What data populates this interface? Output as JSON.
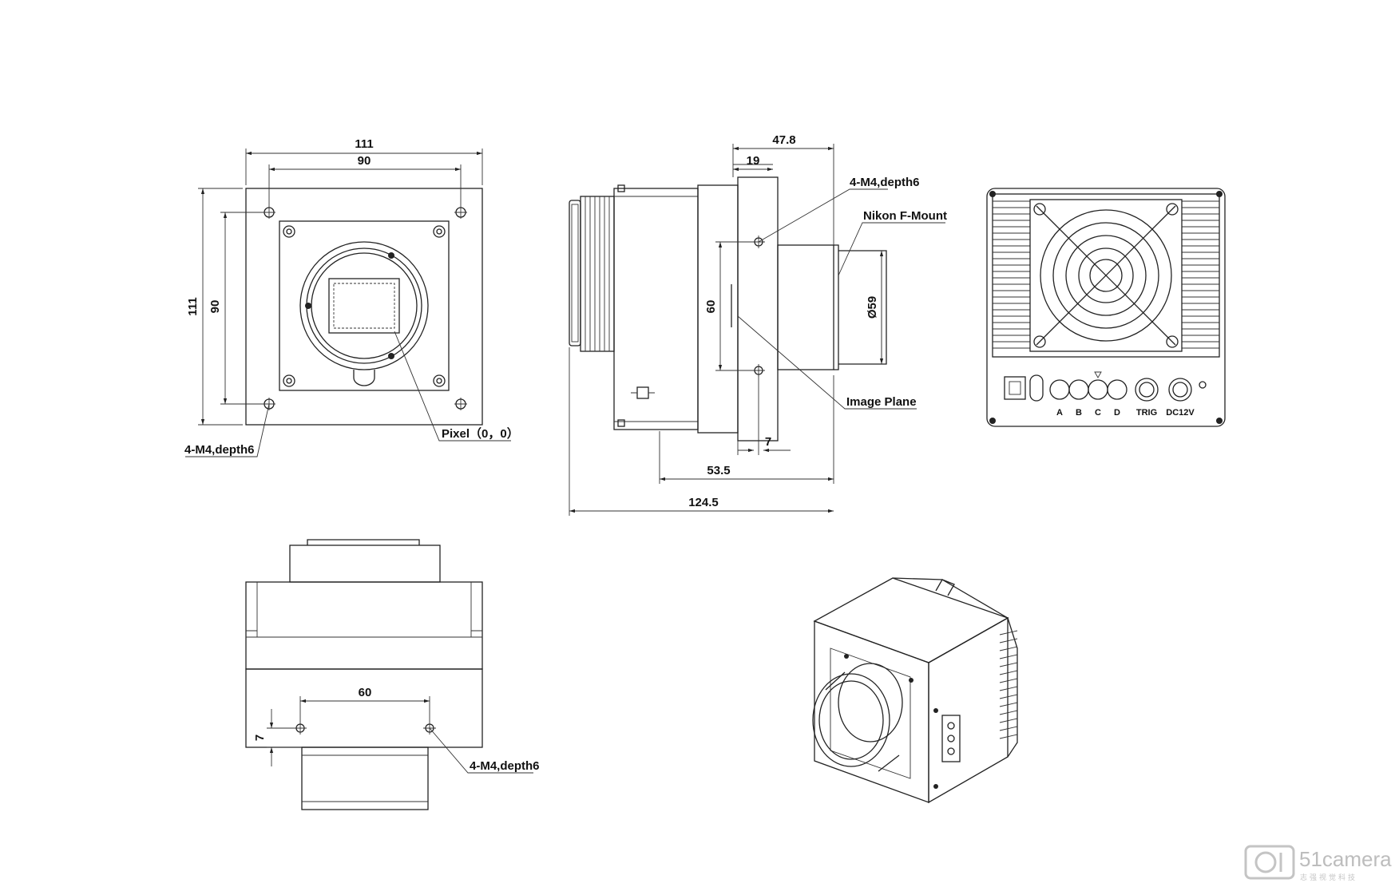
{
  "front_view": {
    "width_outer": "111",
    "width_holes": "90",
    "height_outer": "111",
    "height_holes": "90",
    "hole_note": "4-M4,depth6",
    "pixel_origin": "Pixel（0，0）"
  },
  "side_view": {
    "depth_mount": "47.8",
    "flange": "19",
    "hole_note": "4-M4,depth6",
    "mount": "Nikon F-Mount",
    "hole_span": "60",
    "diameter": "Ø59",
    "image_plane": "Image Plane",
    "offset": "7",
    "body_depth": "53.5",
    "total_length": "124.5"
  },
  "rear_view": {
    "io_labels": [
      "A",
      "B",
      "C",
      "D"
    ],
    "trig": "TRIG",
    "power": "DC12V"
  },
  "top_view": {
    "hole_span": "60",
    "offset": "7",
    "hole_note": "4-M4,depth6"
  },
  "watermark": {
    "brand": "51camera",
    "sub": "志强视觉科技"
  }
}
